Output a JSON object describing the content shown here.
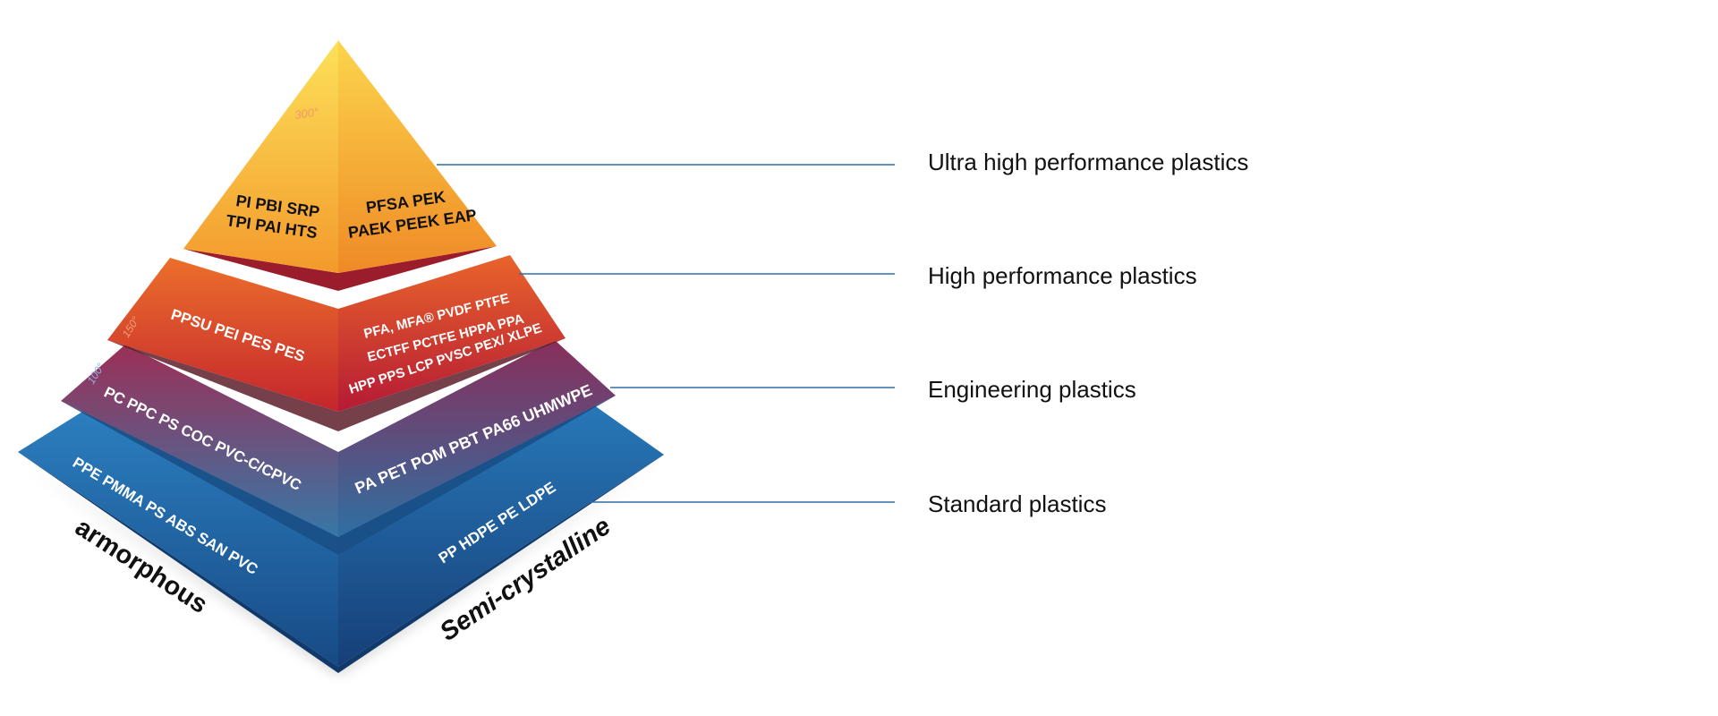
{
  "tiers": [
    {
      "label": "Ultra high performance plastics"
    },
    {
      "label": "High performance plastics"
    },
    {
      "label": "Engineering plastics"
    },
    {
      "label": "Standard plastics"
    }
  ],
  "temps": {
    "t300": "300°",
    "t150": "150°",
    "t100": "100°"
  },
  "top_left": {
    "line1": "PI  PBI  SRP",
    "line2": "TPI  PAI  HTS"
  },
  "top_right": {
    "line1": "PFSA PEK",
    "line2": "PAEK  PEEK  EAP"
  },
  "high_left": {
    "line1": "PPSU  PEI  PES  PES"
  },
  "high_right": {
    "line1": "PFA, MFA® PVDF  PTFE",
    "line2": "ECTFF  PCTFE HPPA PPA",
    "line3": "HPP  PPS LCP  PVSC  PEX/ XLPE"
  },
  "eng_left": {
    "line1": "PC  PPC  PS  COC  PVC-C/CPVC"
  },
  "eng_right": {
    "line1": "PA  PET  POM  PBT  PA66  UHMWPE"
  },
  "std_left": {
    "line1": "PPE  PMMA  PS  ABS  SAN  PVC"
  },
  "std_right": {
    "line1": "PP  HDPE  PE  LDPE"
  },
  "axis": {
    "left": "armorphous",
    "right": "Semi-crystalline"
  },
  "colors": {
    "line": "#2e6fa8",
    "std": "#1f5e9c",
    "top": "#f6a432"
  }
}
